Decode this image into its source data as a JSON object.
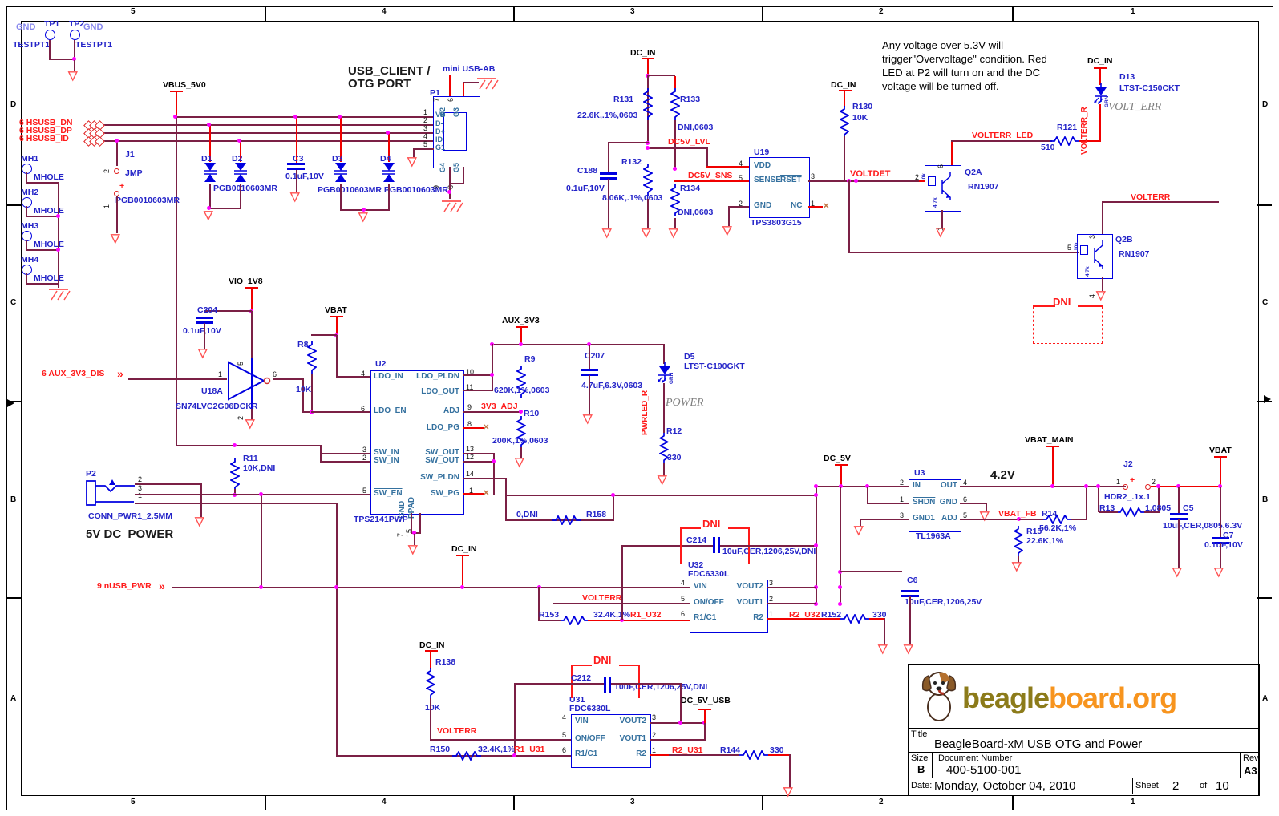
{
  "frame": {
    "cols": [
      "5",
      "4",
      "3",
      "2",
      "1"
    ],
    "rows": [
      "D",
      "C",
      "B",
      "A"
    ]
  },
  "icons": {
    "gnd": "▽",
    "arrow": "»",
    "plus": "+",
    "x": "✕"
  },
  "note": {
    "l1": "Any voltage over 5.3V will",
    "l2": "trigger\"Overvoltage\" condition. Red",
    "l3": "LED at P2 will turn on and the DC",
    "l4": "voltage will be turned off."
  },
  "headings": {
    "usb1": "USB_CLIENT /",
    "usb2": "OTG PORT",
    "dcpower": "5V    DC_POWER",
    "v42": "4.2V"
  },
  "power": {
    "vbus": "VBUS_5V0",
    "dcin": "DC_IN",
    "vio": "VIO_1V8",
    "vbat": "VBAT",
    "aux": "AUX_3V3",
    "dc5": "DC_5V",
    "vbatmain": "VBAT_MAIN",
    "dc5usb": "DC_5V_USB"
  },
  "tp": {
    "gnd": "GND",
    "tp1": "TP1",
    "tp2": "TP2",
    "testpt": "TESTPT1"
  },
  "nets": {
    "dn": "6   HSUSB_DN",
    "dp": "6   HSUSB_DP",
    "id": "6   HSUSB_ID",
    "auxdis": "6   AUX_3V3_DIS",
    "nusb": "9   nUSB_PWR",
    "dc5lvl": "DC5V_LVL",
    "dc5sns": "DC5V_SNS",
    "voltdet": "VOLTDET",
    "volterrled": "VOLTERR_LED",
    "volterr": "VOLTERR",
    "volterr_r": "VOLTERR_R",
    "pwrled_r": "PWRLED_R",
    "adj3v3": "3V3_ADJ",
    "vbatfb": "VBAT_FB",
    "r1u32": "R1_U32",
    "r2u32": "R2_U32",
    "r1u31": "R1_U31",
    "r2u31": "R2_U31",
    "dni": "DNI"
  },
  "misc": {
    "volterr_it": "VOLT_ERR",
    "power_it": "POWER",
    "grn": "GRN"
  },
  "comps": {
    "mh": [
      "MH1",
      "MH2",
      "MH3",
      "MH4"
    ],
    "mhole": "MHOLE",
    "j1": "J1",
    "jmp": "JMP",
    "pgb": "PGB0010603MR",
    "pgb2": "PGB0010603MR PGB0010603MR",
    "d": [
      "D1",
      "D2",
      "D3",
      "D4"
    ],
    "c3": "C3",
    "v01uf": "0.1uF,10V",
    "p1": "P1",
    "miniusb": "mini USB-AB",
    "r131": "R131",
    "r131v": "22.6K,.1%,0603",
    "r133": "R133",
    "dni0603": "DNI,0603",
    "c188": "C188",
    "r132": "R132",
    "r132v": "8.06K,.1%,0603",
    "r134": "R134",
    "u19": "U19",
    "tps3803": "TPS3803G15",
    "r130": "R130",
    "v10k": "10K",
    "q2a": "Q2A",
    "rn1907": "RN1907",
    "q2b": "Q2B",
    "i10k": "10k",
    "i47k": "4.7k",
    "r121": "R121",
    "v510": "510",
    "d13": "D13",
    "d13p": "LTST-C150CKT",
    "c204": "C204",
    "u18a": "U18A",
    "u18p": "SN74LVC2G06DCKR",
    "r8": "R8",
    "u2": "U2",
    "tps2141": "TPS2141PWP",
    "r11": "R11",
    "r11v": "10K,DNI",
    "r9": "R9",
    "r9v": "620K,1%,0603",
    "r10": "R10",
    "r10v": "200K,1%,0603",
    "c207": "C207",
    "c207v": "4.7uF,6.3V,0603",
    "d5": "D5",
    "d5p": "LTST-C190GKT",
    "r12": "R12",
    "v330": "330",
    "p2": "P2",
    "p2v": "CONN_PWR1_2.5MM",
    "r158": "R158",
    "r158v": "0,DNI",
    "c214": "C214",
    "c214v": "10uF,CER,1206,25V,DNI",
    "u32": "U32",
    "fdc": "FDC6330L",
    "r153": "R153",
    "v324": "32.4K,1%",
    "r152": "R152",
    "c6": "C6",
    "c6v": "10uF,CER,1206,25V",
    "u3": "U3",
    "tl1963": "TL1963A",
    "r14": "R14",
    "r14v": "56.2K,1%",
    "r15": "R15",
    "r15v": "22.6K,1%",
    "j2": "J2",
    "j2v": "HDR2_.1x.1",
    "r13": "R13",
    "r13v": "1,0805",
    "c5": "C5",
    "c5v": "10uF,CER,0805,6.3V",
    "c7": "C7",
    "r138": "R138",
    "c212": "C212",
    "u31": "U31",
    "r150": "R150",
    "r144": "R144"
  },
  "pins": {
    "p1": [
      "VB",
      "D-",
      "D+",
      "ID",
      "G1"
    ],
    "p1top": [
      "G2",
      "G3"
    ],
    "p1bot": [
      "G4",
      "G5"
    ],
    "u19": [
      "VDD",
      "SENSE",
      "GND",
      "RSET",
      "NC"
    ],
    "u2l": [
      "LDO_IN",
      "LDO_EN",
      "SW_IN",
      "SW_IN",
      "SW_EN"
    ],
    "u2r": [
      "LDO_PLDN",
      "LDO_OUT",
      "ADJ",
      "LDO_PG",
      "SW_OUT",
      "SW_OUT",
      "SW_PLDN",
      "SW_PG"
    ],
    "u2g": "GND",
    "u2p": "PPAD",
    "u3l": [
      "IN",
      "SHDN",
      "GND1"
    ],
    "u3r": [
      "OUT",
      "GND",
      "ADJ"
    ],
    "fdcl": [
      "VIN",
      "ON/OFF",
      "R1/C1"
    ],
    "fdcr": [
      "VOUT2",
      "VOUT1",
      "R2"
    ]
  },
  "num": {
    "n1": "1",
    "n2": "2",
    "n3": "3",
    "n4": "4",
    "n5": "5",
    "n6": "6",
    "n7": "7",
    "n8": "8",
    "n9": "9",
    "n10": "10",
    "n11": "11",
    "n12": "12",
    "n13": "13",
    "n14": "14",
    "n15": "15"
  },
  "title_block": {
    "title_label": "Title",
    "title": "BeagleBoard-xM USB OTG and Power",
    "size_label": "Size",
    "size": "B",
    "doc_label": "Document Number",
    "doc_number": "400-5100-001",
    "rev_label": "Rev",
    "rev": "A3",
    "date_label": "Date:",
    "date": "Monday, October 04, 2010",
    "sheet_label": "Sheet",
    "sheet_num": "2",
    "of_label": "of",
    "sheet_total": "10",
    "logo_beagle": "beagle",
    "logo_board": "board",
    "logo_org": ".org"
  }
}
